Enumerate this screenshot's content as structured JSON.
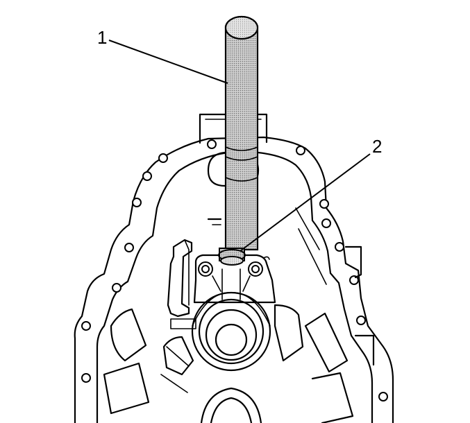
{
  "callouts": {
    "tool": "1",
    "seal": "2"
  },
  "colors": {
    "line": "#000000",
    "background": "#ffffff",
    "shading": "dotted-gray"
  }
}
